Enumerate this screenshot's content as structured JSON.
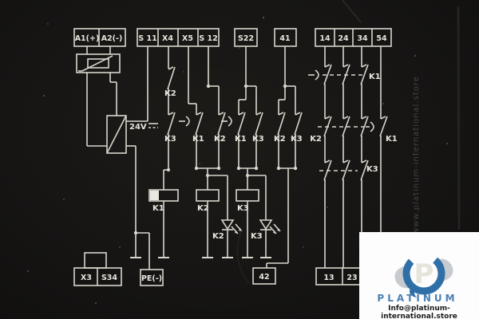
{
  "schematic": {
    "top_terminals": {
      "a1": "A1(+)",
      "a2": "A2(-)",
      "s11": "S 11",
      "x4": "X4",
      "x5": "X5",
      "s12": "S 12",
      "s22": "S22",
      "t41": "41",
      "o14": "14",
      "o24": "24",
      "o34": "34",
      "o54": "54"
    },
    "bottom_terminals": {
      "x3": "X3",
      "s34": "S34",
      "pe": "PE(-)",
      "t42": "42",
      "t13": "13",
      "t23": "23"
    },
    "supply_label": "24V",
    "x4_contacts": {
      "c1": "K2",
      "c2": "K3"
    },
    "mid_contacts": [
      {
        "label": "K1"
      },
      {
        "label": "K2"
      },
      {
        "label": "K1"
      },
      {
        "label": "K3"
      },
      {
        "label": "K2"
      },
      {
        "label": "K3"
      }
    ],
    "coils": [
      {
        "label": "K1"
      },
      {
        "label": "K2"
      },
      {
        "label": "K3"
      }
    ],
    "leds": [
      {
        "label": "K2"
      },
      {
        "label": "K3"
      }
    ],
    "right_banks": {
      "bank1": "K1",
      "bank2_left": "K2",
      "bank2_right": "K1",
      "bank3": "K3"
    }
  },
  "watermark": {
    "side_text": "www.platinum-international.store",
    "brand": "PLATINUM",
    "email": "Info@platinum-international.store",
    "logo_letter": "P"
  },
  "colors": {
    "line": "#d8d6cc",
    "panel": "#161514",
    "brand_blue": "#2f6fa8"
  }
}
